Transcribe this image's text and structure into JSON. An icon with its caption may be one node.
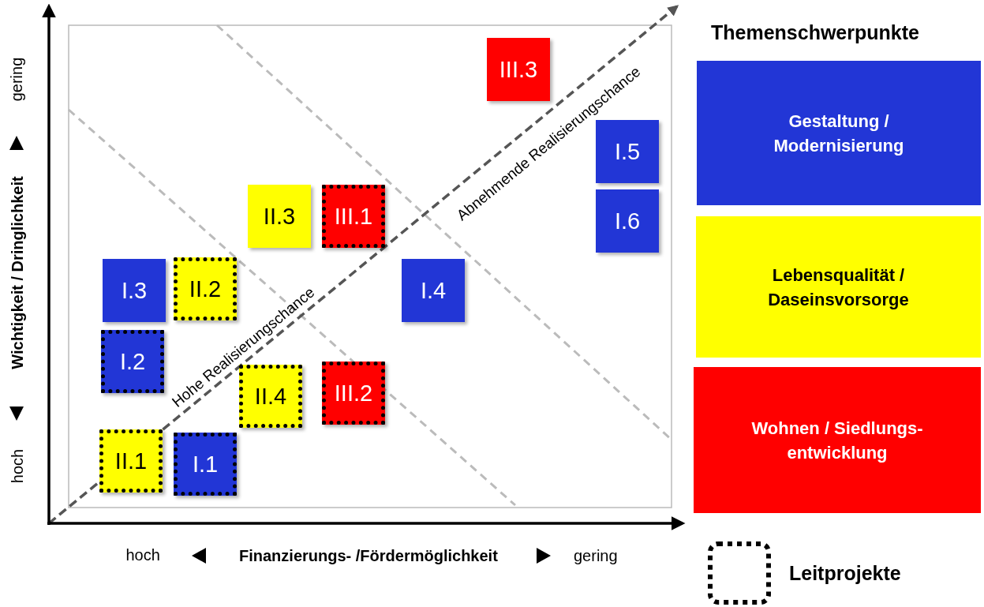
{
  "diagram": {
    "nodes": [
      {
        "text": [
          "III.3"
        ]
      },
      {
        "text": [
          "I.5"
        ]
      },
      {
        "text": [
          "II.3"
        ]
      },
      {
        "text": [
          "III.1"
        ]
      },
      {
        "text": [
          "I.6"
        ]
      },
      {
        "text": [
          "I.3"
        ]
      },
      {
        "text": [
          "II.2"
        ]
      },
      {
        "text": [
          "I.4"
        ]
      },
      {
        "text": [
          "I.2"
        ]
      },
      {
        "text": [
          "II.4"
        ]
      },
      {
        "text": [
          "III.2"
        ]
      },
      {
        "text": [
          "II.1"
        ]
      },
      {
        "text": [
          "I.1"
        ]
      }
    ],
    "edges": [],
    "labels": [
      "gering",
      "Wichtigkeit / Dringlichkeit",
      "hoch",
      "Abnehmende Realisierungschance",
      "Hohe Realisierungschance",
      "hoch",
      "Finanzierungs- /Fördermöglichkeit",
      "gering",
      "Themenschwerpunkte"
    ],
    "legend": [
      {
        "text": "Gestaltung / Modernisierung",
        "color": "#2236d6"
      },
      {
        "text": "Lebensqualität / Daseinsvorsorge",
        "color": "#ffff00"
      },
      {
        "text": "Wohnen / Siedlungs- entwicklung",
        "color": "#ff0000"
      },
      {
        "text": "Leitprojekte"
      }
    ]
  }
}
